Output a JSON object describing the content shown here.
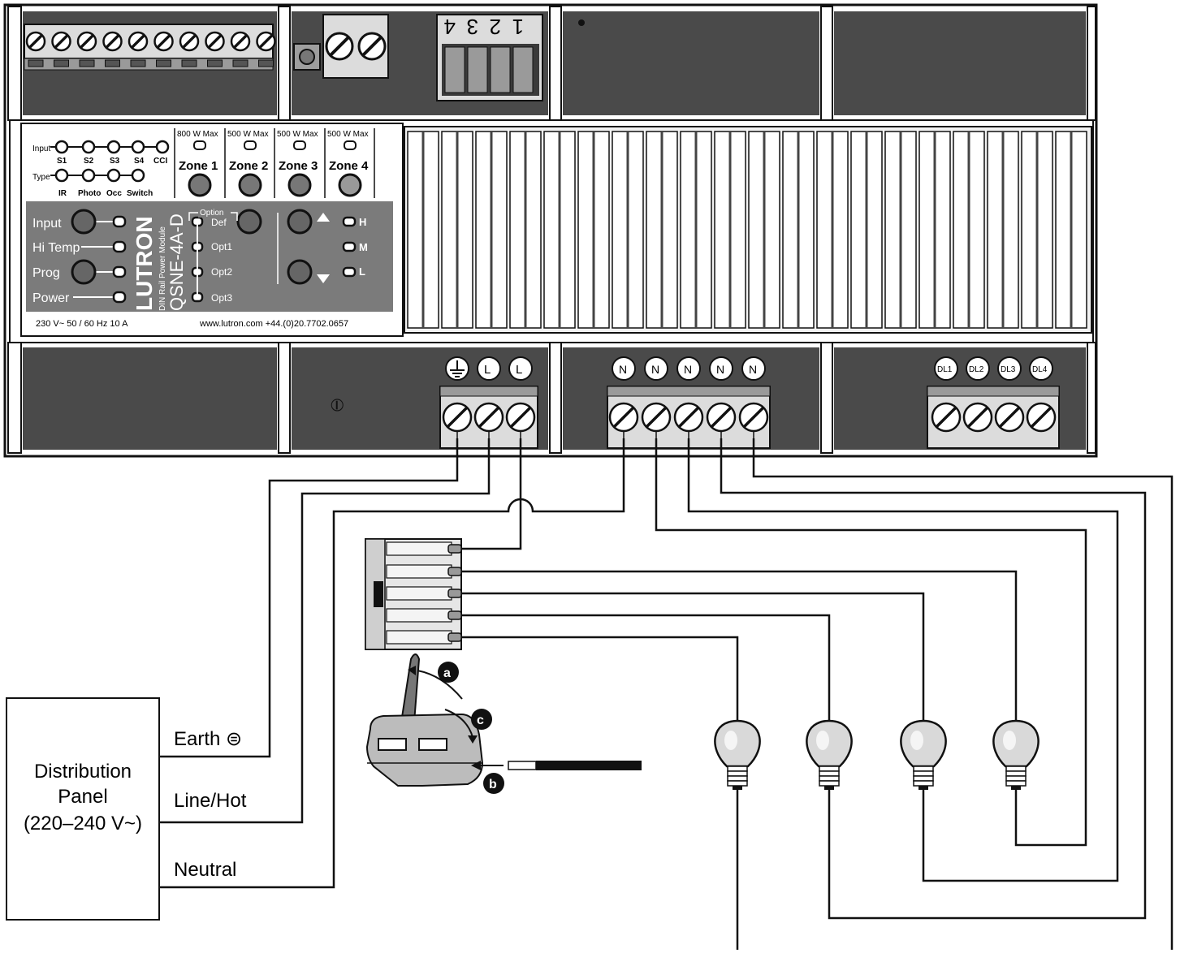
{
  "top_connector": {
    "pins": [
      "1",
      "2",
      "3",
      "4"
    ]
  },
  "labels": {
    "input": "Input",
    "type": "Type",
    "inputs": [
      "S1",
      "S2",
      "S3",
      "S4",
      "CCI"
    ],
    "types": [
      "IR",
      "Photo",
      "Occ",
      "Switch"
    ]
  },
  "zones": [
    {
      "max": "800 W Max",
      "name": "Zone 1"
    },
    {
      "max": "500 W Max",
      "name": "Zone 2"
    },
    {
      "max": "500 W Max",
      "name": "Zone 3"
    },
    {
      "max": "500 W Max",
      "name": "Zone 4"
    }
  ],
  "status_panel": {
    "input": "Input",
    "hi_temp": "Hi Temp",
    "prog": "Prog",
    "power": "Power",
    "brand": "LUTRON",
    "subtitle": "DIN Rail Power Module",
    "model": "QSNE-4A-D",
    "option_title": "Option",
    "options": [
      "Def",
      "Opt1",
      "Opt2",
      "Opt3"
    ],
    "levels": [
      "H",
      "M",
      "L"
    ]
  },
  "ratings": {
    "electrical": "230 V~  50 / 60 Hz  10 A",
    "contact": "www.lutron.com  +44.(0)20.7702.0657"
  },
  "terminals": {
    "supply": [
      "L",
      "L"
    ],
    "neutral": [
      "N",
      "N",
      "N",
      "N",
      "N"
    ],
    "dimmed": [
      "DL1",
      "DL2",
      "DL3",
      "DL4"
    ]
  },
  "connector_steps": [
    "a",
    "b",
    "c"
  ],
  "panel": {
    "title": "Distribution",
    "subtitle": "Panel",
    "voltage": "(220–240 V~)"
  },
  "wire_labels": {
    "earth": "Earth ⊜",
    "line": "Line/Hot",
    "neutral": "Neutral"
  }
}
